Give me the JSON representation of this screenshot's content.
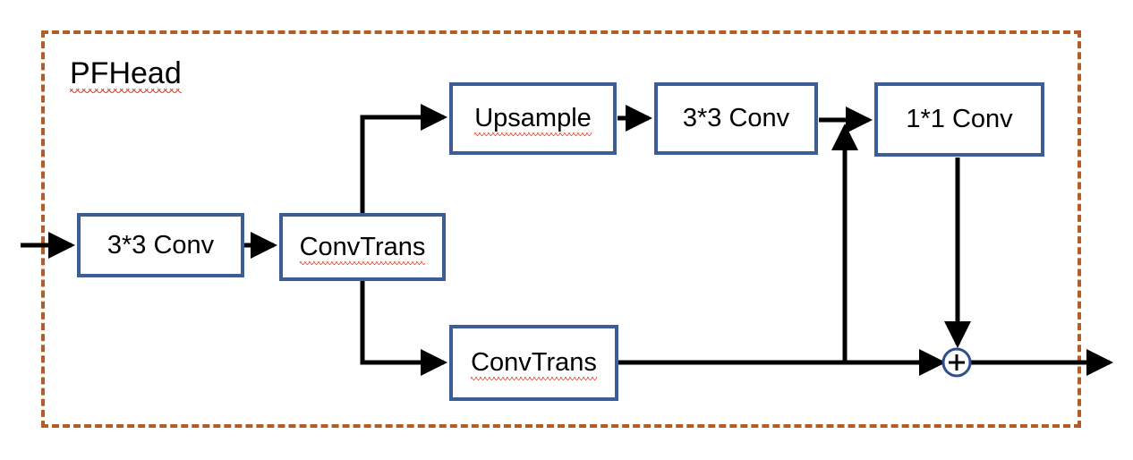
{
  "diagram": {
    "title": "PFHead",
    "frame_color": "#b35c24",
    "node_border_color": "#3d5d96",
    "edge_color": "#000000",
    "spellcheck_underline_color": "#e8402a",
    "nodes": [
      {
        "id": "conv33-in",
        "label": "3*3 Conv",
        "misspelled": false
      },
      {
        "id": "convtrans1",
        "label": "ConvTrans",
        "misspelled": true
      },
      {
        "id": "upsample",
        "label": "Upsample",
        "misspelled": true
      },
      {
        "id": "conv33-top",
        "label": "3*3 Conv",
        "misspelled": false
      },
      {
        "id": "conv11",
        "label": "1*1 Conv",
        "misspelled": false
      },
      {
        "id": "convtrans2",
        "label": "ConvTrans",
        "misspelled": true
      }
    ],
    "operators": [
      {
        "id": "sum",
        "symbol": "+",
        "ring_color": "#2f4f8c"
      }
    ],
    "edges": [
      {
        "from": "input",
        "to": "conv33-in"
      },
      {
        "from": "conv33-in",
        "to": "convtrans1"
      },
      {
        "from": "convtrans1",
        "to": "upsample"
      },
      {
        "from": "upsample",
        "to": "conv33-top"
      },
      {
        "from": "conv33-top",
        "to": "conv11"
      },
      {
        "from": "convtrans1",
        "to": "convtrans2"
      },
      {
        "from": "convtrans2",
        "to": "sum"
      },
      {
        "from": "convtrans2",
        "to": "conv11"
      },
      {
        "from": "conv11",
        "to": "sum"
      },
      {
        "from": "sum",
        "to": "output"
      }
    ]
  }
}
